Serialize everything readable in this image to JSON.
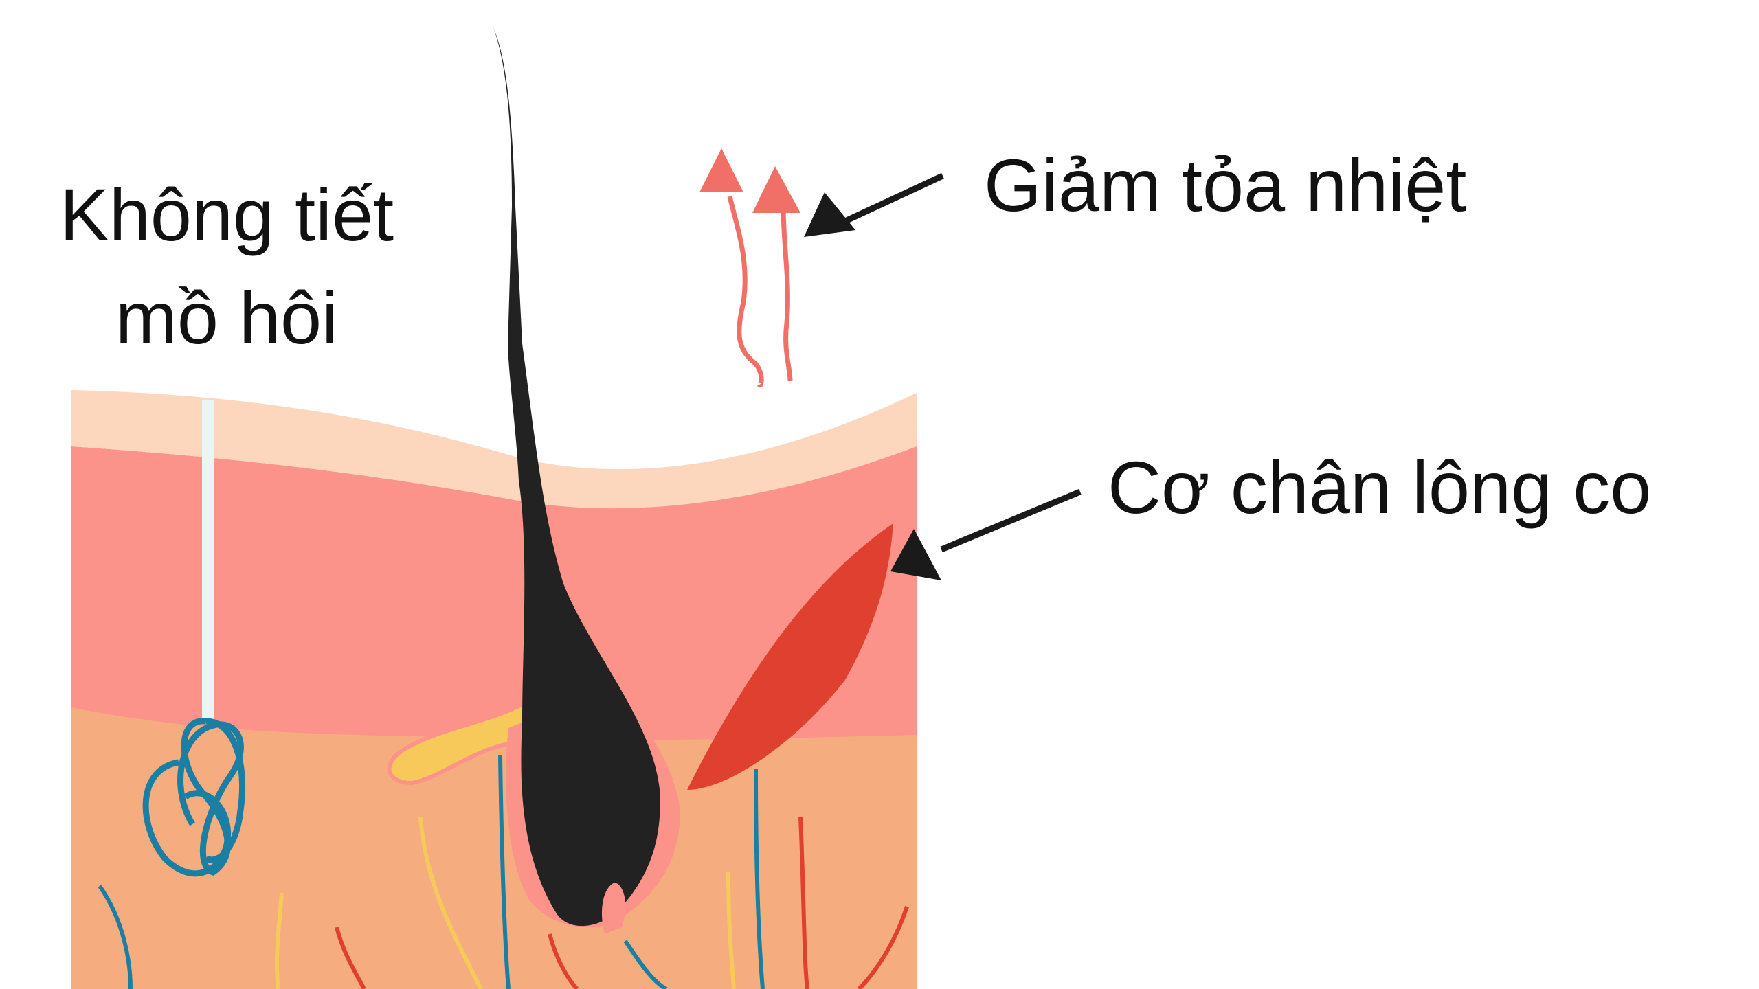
{
  "diagram": {
    "type": "skin-cross-section",
    "labels": {
      "no_sweat": "Không tiết mồ hôi",
      "reduced_heat": "Giảm tỏa nhiệt",
      "muscle_contract": "Cơ chân lông co"
    },
    "colors": {
      "epidermis_top": "#fcd6bd",
      "dermis": "#fb938a",
      "hypodermis": "#f5ad80",
      "hair": "#222222",
      "muscle": "#e04030",
      "sebaceous_gland": "#f7c95a",
      "sweat_gland": "#1b7fa3",
      "sweat_duct": "#eaf6f6",
      "heat_arrows": "#f07067",
      "pointer_arrows": "#1a1a1a"
    }
  }
}
